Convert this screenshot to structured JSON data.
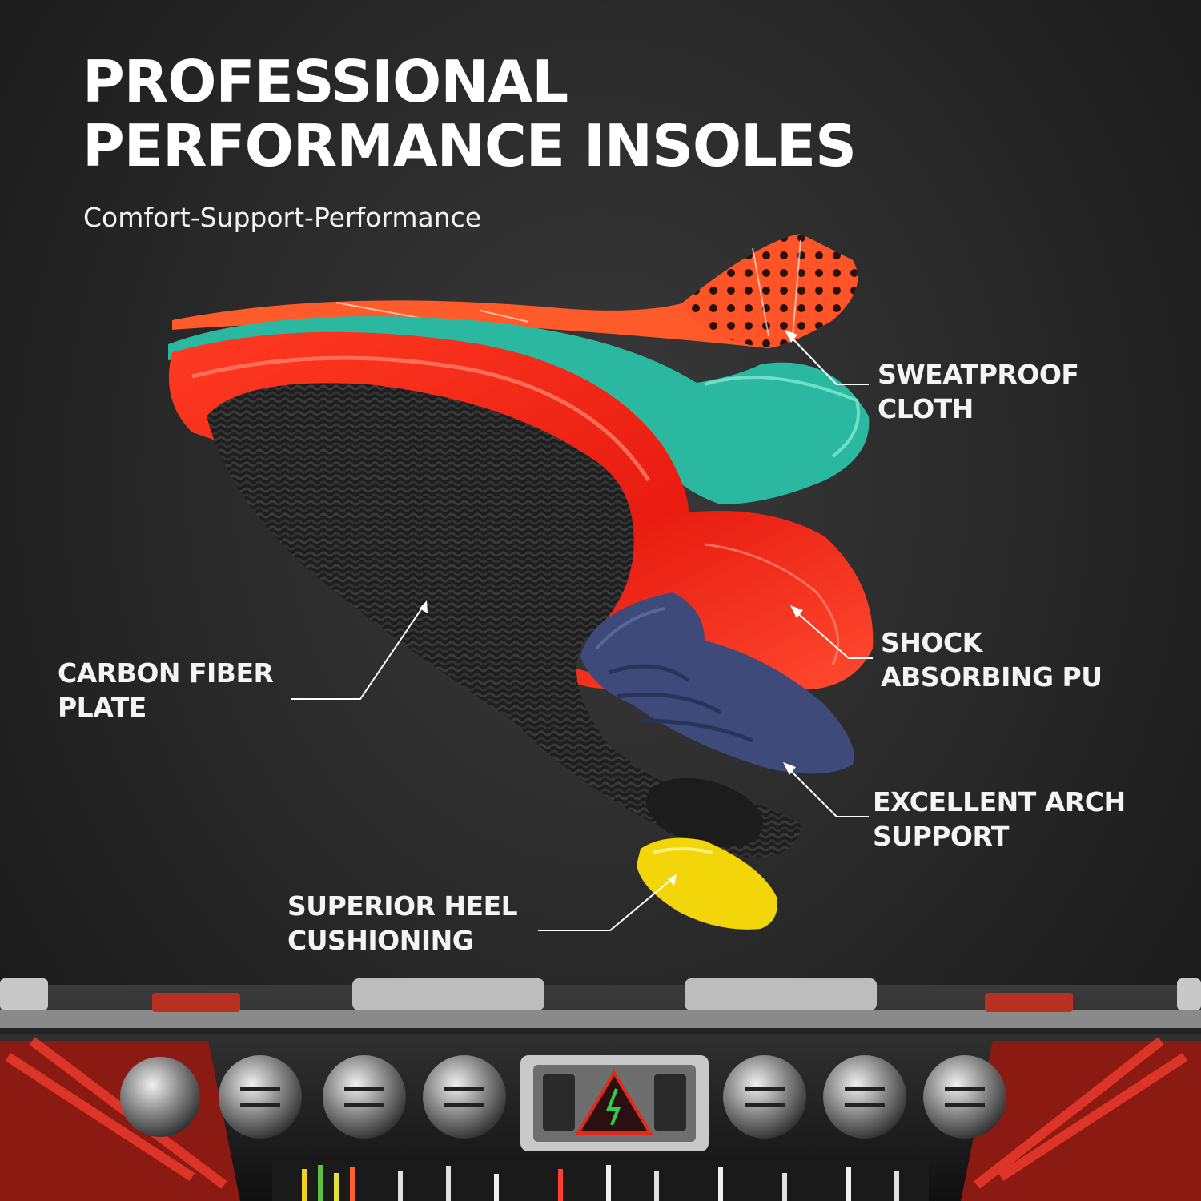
{
  "headline": {
    "line1": "PROFESSIONAL",
    "line2": "PERFORMANCE INSOLES"
  },
  "tagline": "Comfort-Support-Performance",
  "callouts": {
    "sweatproof": {
      "line1": "SWEATPROOF",
      "line2": "CLOTH"
    },
    "shock": {
      "line1": "SHOCK",
      "line2": "ABSORBING PU"
    },
    "arch": {
      "line1": "EXCELLENT ARCH",
      "line2": "SUPPORT"
    },
    "carbon": {
      "line1": "CARBON FIBER",
      "line2": "PLATE"
    },
    "heel": {
      "line1": "SUPERIOR HEEL",
      "line2": "CUSHIONING"
    }
  },
  "colors": {
    "top_cloth": "#ff5a2a",
    "teal_layer": "#2bb8a0",
    "red_shell": "#f0281a",
    "arch_pad": "#3d4a7a",
    "heel_pad": "#f2d60a",
    "carbon": "#262626"
  }
}
